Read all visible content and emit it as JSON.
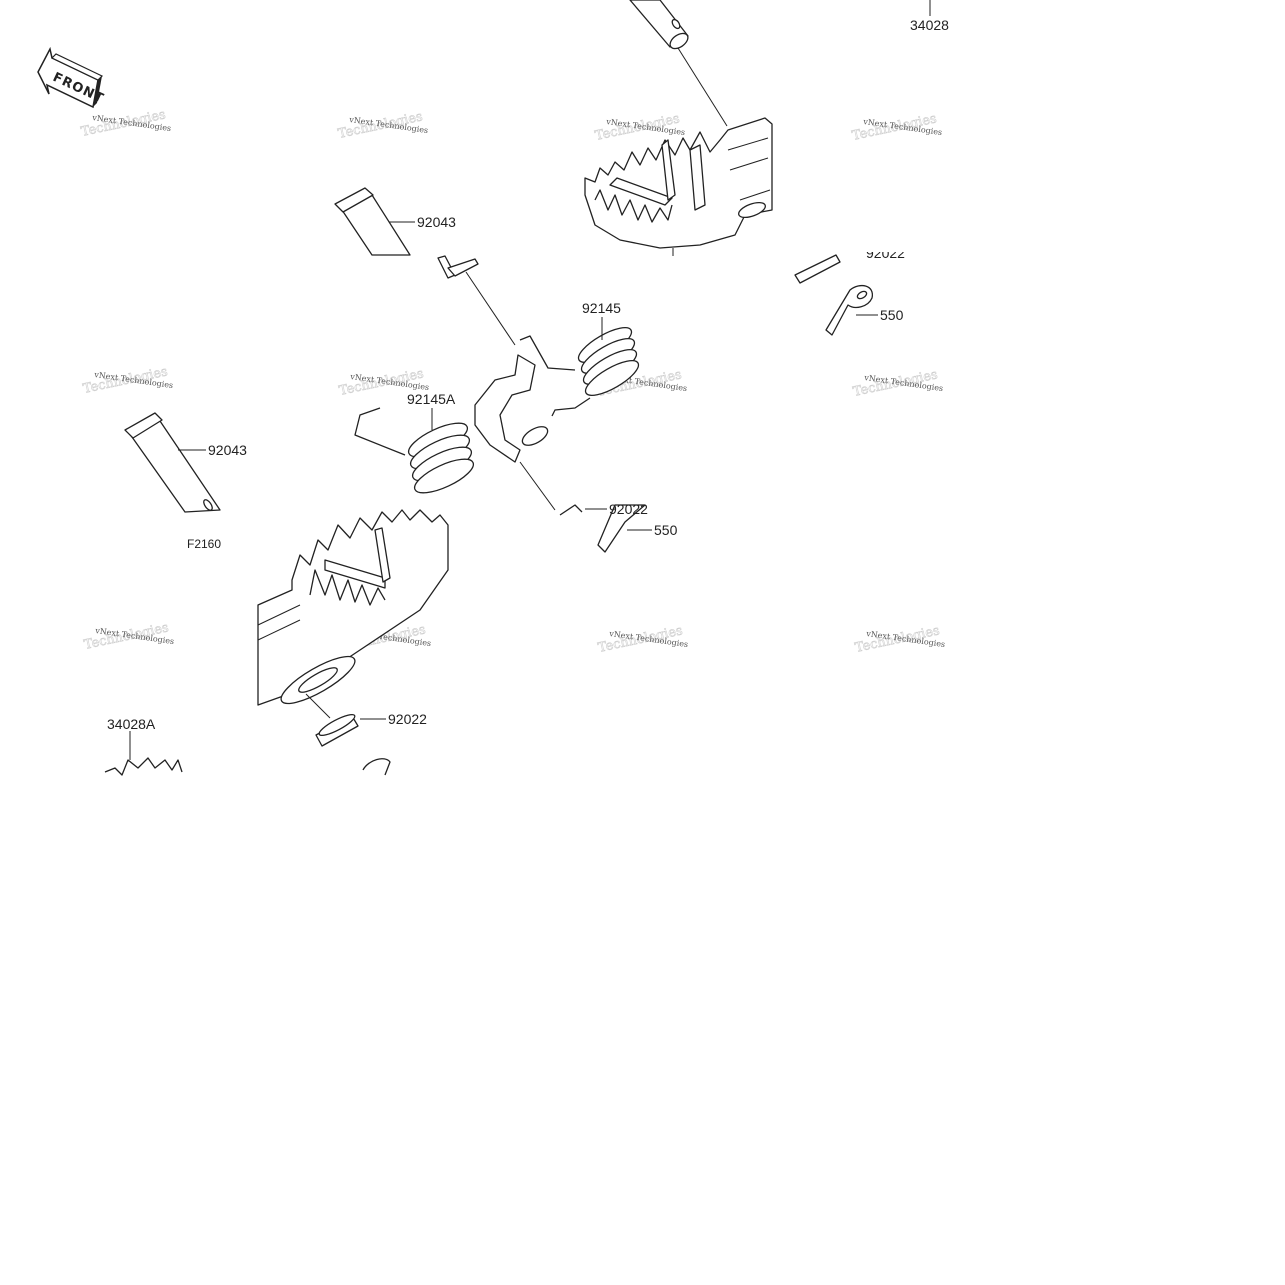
{
  "diagram": {
    "front_indicator": "FRONT",
    "watermark": {
      "line1": "vNext Technologies",
      "line2": "Technologies"
    },
    "labels": [
      {
        "id": "lbl-34028",
        "text": "34028"
      },
      {
        "id": "lbl-92043-top",
        "text": "92043"
      },
      {
        "id": "lbl-92022-top",
        "text": "92022"
      },
      {
        "id": "lbl-550-top",
        "text": "550"
      },
      {
        "id": "lbl-92145",
        "text": "92145"
      },
      {
        "id": "lbl-92145A",
        "text": "92145A"
      },
      {
        "id": "lbl-92043-left",
        "text": "92043"
      },
      {
        "id": "lbl-92022-mid",
        "text": "92022"
      },
      {
        "id": "lbl-550-mid",
        "text": "550"
      },
      {
        "id": "lbl-F2160",
        "text": "F2160"
      },
      {
        "id": "lbl-92022-bottom",
        "text": "92022"
      },
      {
        "id": "lbl-34028A",
        "text": "34028A"
      }
    ]
  }
}
